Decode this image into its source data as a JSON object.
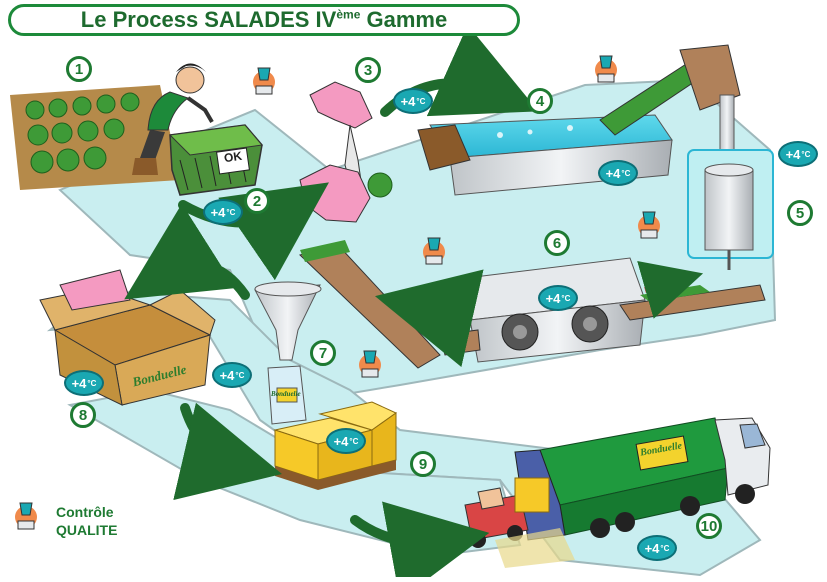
{
  "title": {
    "main": "Le Process SALADES IV",
    "sup": "ème",
    "tail": " Gamme"
  },
  "steps": [
    {
      "label": "1"
    },
    {
      "label": "2"
    },
    {
      "label": "3"
    },
    {
      "label": "4"
    },
    {
      "label": "5"
    },
    {
      "label": "6"
    },
    {
      "label": "7"
    },
    {
      "label": "8"
    },
    {
      "label": "9"
    },
    {
      "label": "10"
    }
  ],
  "temperature_badge": {
    "value": "+4",
    "unit": "°C"
  },
  "crate_label": "OK",
  "brand": "Bonduelle",
  "legend": {
    "line1": "Contrôle",
    "line2": "QUALITE"
  },
  "colors": {
    "floor": "#c9eef0",
    "floor_edge": "#9fb8bb",
    "arrow_green": "#1f6b2d",
    "number_green": "#1e7a32",
    "temp_badge": "#1aa8b2",
    "cardboard": "#d9a957",
    "truck_green": "#1f9a3e"
  },
  "icons": [
    "quality-control-icon",
    "temperature-badge-icon",
    "flow-arrow-icon"
  ]
}
